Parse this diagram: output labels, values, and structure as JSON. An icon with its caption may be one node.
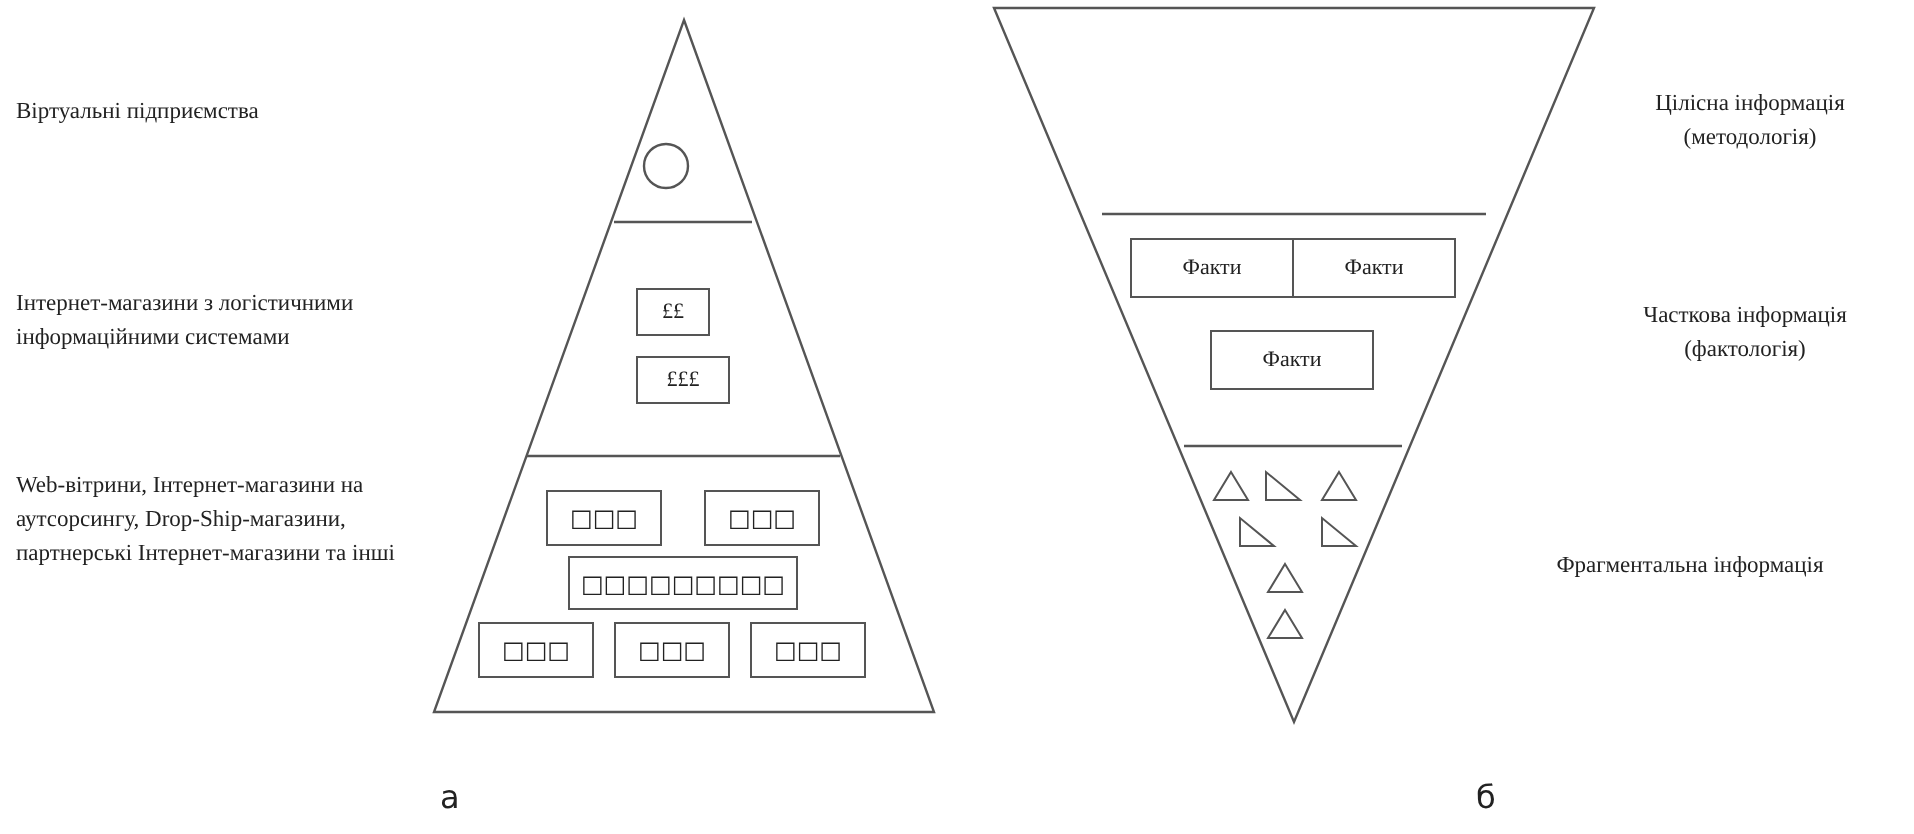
{
  "diagram": {
    "nodes": [
      {
        "text": [],
        "shape": "triangle"
      },
      {
        "text": [],
        "shape": "circle",
        "in": 0
      },
      {
        "text": [
          "££"
        ],
        "in": 0
      },
      {
        "text": [
          "£££"
        ],
        "in": 0
      },
      {
        "text": [
          "□□□"
        ],
        "in": 0
      },
      {
        "text": [
          "□□□"
        ],
        "in": 0
      },
      {
        "text": [
          "□□□□□□□□□"
        ],
        "in": 0
      },
      {
        "text": [
          "□□□"
        ],
        "in": 0
      },
      {
        "text": [
          "□□□"
        ],
        "in": 0
      },
      {
        "text": [
          "□□□"
        ],
        "in": 0
      },
      {
        "text": [],
        "shape": "triangle"
      },
      {
        "text": [
          "Факти"
        ],
        "in": 10
      },
      {
        "text": [
          "Факти"
        ],
        "in": 10
      },
      {
        "text": [
          "Факти"
        ],
        "in": 10
      },
      {
        "text": [],
        "shape": "triangle",
        "in": 10
      },
      {
        "text": [],
        "shape": "triangle",
        "in": 10
      },
      {
        "text": [],
        "shape": "triangle",
        "in": 10
      },
      {
        "text": [],
        "shape": "triangle",
        "in": 10
      },
      {
        "text": [],
        "shape": "triangle",
        "in": 10
      },
      {
        "text": [],
        "shape": "triangle",
        "in": 10
      },
      {
        "text": [],
        "shape": "triangle",
        "in": 10
      }
    ],
    "edges": [],
    "labels": [
      "Віртуальні підприємства",
      "Інтернет-магазини з логістичними інформаційними системами",
      "Web-вітрини, Інтернет-магазини на аутсорсингу, Drop-Ship-магазини, партнерські Інтернет-магазини та інші",
      "Цілісна інформація (методологія)",
      "Часткова інформація (фактологія)",
      "Фрагментальна інформація",
      "а",
      "б"
    ]
  }
}
